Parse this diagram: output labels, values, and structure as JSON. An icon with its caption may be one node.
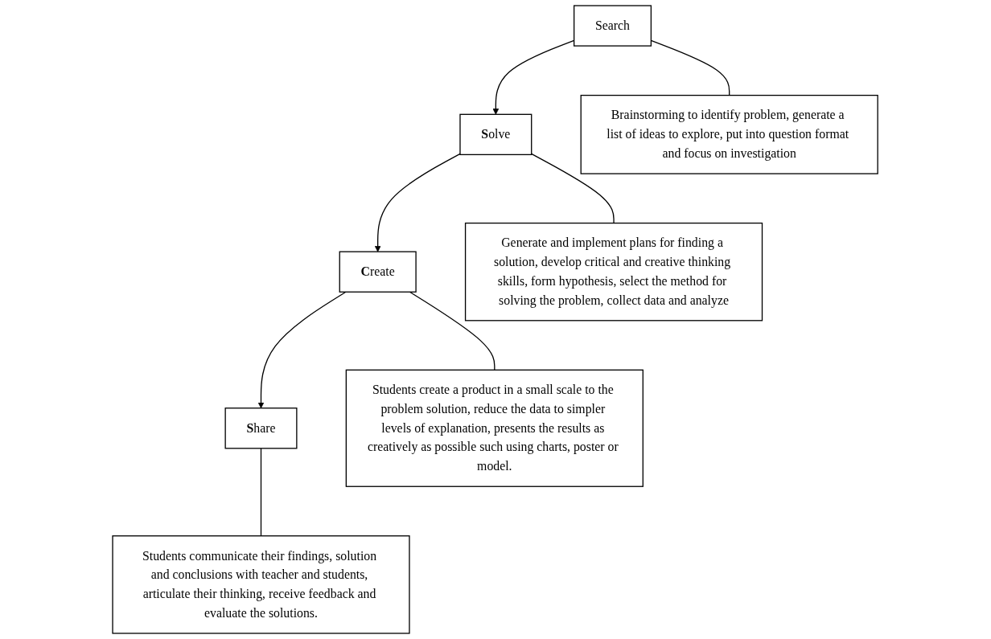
{
  "diagram": {
    "nodes": [
      {
        "text": [
          "Search"
        ]
      },
      {
        "text": [
          "Brainstorming to identify problem, generate a list of ideas to explore, put into question format and focus on investigation"
        ]
      },
      {
        "text": [
          "**S**olve"
        ]
      },
      {
        "text": [
          "Generate and implement plans for finding a solution, develop critical and creative thinking skills, form hypothesis, select the method for solving the problem, collect data and analyze"
        ]
      },
      {
        "text": [
          "**C**reate"
        ]
      },
      {
        "text": [
          "Students create a product in a small scale to the problem solution, reduce the data to simpler levels of explanation, presents the results as creatively as possible such using charts, poster or model."
        ]
      },
      {
        "text": [
          "**S**hare"
        ]
      },
      {
        "text": [
          "Students communicate their findings, solution and conclusions with teacher and students, articulate their thinking, receive feedback and evaluate the solutions."
        ]
      }
    ],
    "edges": [
      {
        "from": 0,
        "to": 1,
        "arrow": "none"
      },
      {
        "from": 0,
        "to": 2,
        "arrow": "to"
      },
      {
        "from": 2,
        "to": 3,
        "arrow": "none"
      },
      {
        "from": 2,
        "to": 4,
        "arrow": "to"
      },
      {
        "from": 4,
        "to": 5,
        "arrow": "none"
      },
      {
        "from": 4,
        "to": 6,
        "arrow": "to"
      },
      {
        "from": 6,
        "to": 7,
        "arrow": "none"
      }
    ]
  }
}
